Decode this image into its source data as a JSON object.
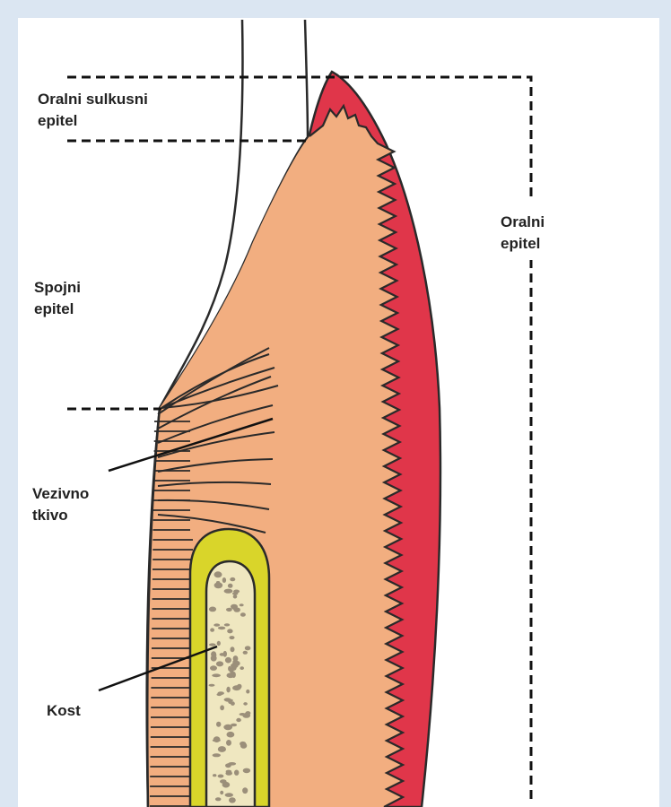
{
  "figure": {
    "labels": {
      "oral_sulcular_epithelium": [
        "Oralni sulkusni",
        "epitel"
      ],
      "oral_epithelium": [
        "Oralni",
        "epitel"
      ],
      "junctional_epithelium": [
        "Spojni",
        "epitel"
      ],
      "connective_tissue": [
        "Vezivno",
        "tkivo"
      ],
      "bone": [
        "Kost"
      ]
    },
    "colors": {
      "frame_background": "#dbe6f2",
      "canvas": "#ffffff",
      "connective_tissue_fill": "#f2ae80",
      "oral_epithelium_fill": "#e0364a",
      "bone_outer_fill": "#d9d52a",
      "bone_marrow_fill": "#efe7c0",
      "outline": "#2a2a2a"
    }
  }
}
